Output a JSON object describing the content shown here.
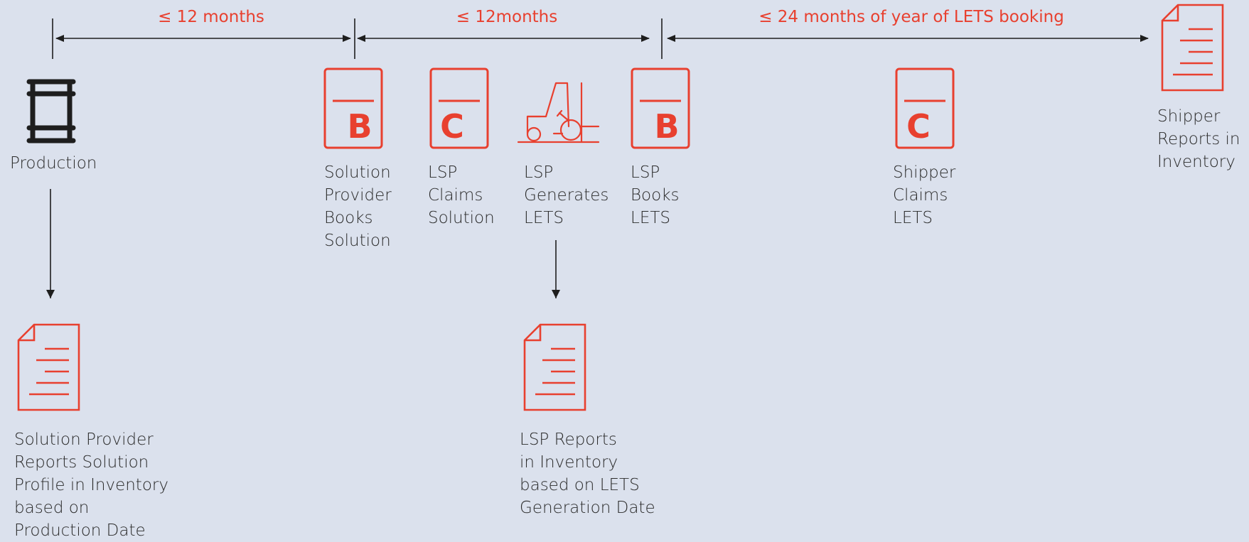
{
  "colors": {
    "accent": "#e8402f",
    "ink": "#1e1e1e",
    "background": "#dbe1ed"
  },
  "durations": {
    "d1": "≤ 12 months",
    "d2": "≤ 12months",
    "d3": "≤ 24 months of year of LETS booking"
  },
  "steps": {
    "production": {
      "icon": "barrel-icon",
      "label": "Production"
    },
    "sp_books": {
      "icon": "book-b-icon",
      "letter": "B",
      "label": "Solution\nProvider\nBooks\nSolution"
    },
    "lsp_claims": {
      "icon": "claim-c-icon",
      "letter": "C",
      "label": "LSP\nClaims\nSolution"
    },
    "lsp_generates": {
      "icon": "forklift-icon",
      "label": "LSP\nGenerates\nLETS"
    },
    "lsp_books": {
      "icon": "book-b-icon",
      "letter": "B",
      "label": "LSP\nBooks\nLETS"
    },
    "shipper_claims": {
      "icon": "claim-c-icon",
      "letter": "C",
      "label": "Shipper\nClaims\nLETS"
    },
    "shipper_reports": {
      "icon": "document-icon",
      "label": "Shipper\nReports in\nInventory"
    }
  },
  "reports": {
    "sp_report": {
      "icon": "document-icon",
      "label": "Solution Provider\nReports Solution\nProfile in Inventory\nbased on\nProduction Date"
    },
    "lsp_report": {
      "icon": "document-icon",
      "label": "LSP Reports\nin Inventory\nbased on LETS\nGeneration Date"
    }
  }
}
